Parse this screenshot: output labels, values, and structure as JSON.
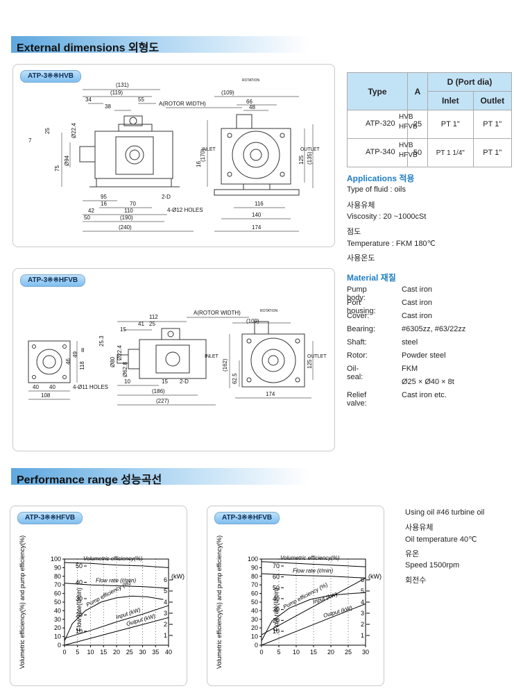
{
  "sections": {
    "external": "External dimensions 외형도",
    "performance": "Performance range 성능곡선"
  },
  "drawing1": {
    "label": "ATP-3※※HVB",
    "dims": [
      "(131)",
      "(119)",
      "34",
      "38",
      "55",
      "A(ROTOR WIDTH)",
      "(109)",
      "ROTATION",
      "66",
      "48",
      "7",
      "25",
      "Ø22.4",
      "Ø94",
      "75",
      "(170)",
      "16",
      "INLET",
      "OUTLET",
      "125",
      "(135)",
      "95",
      "16",
      "70",
      "2-D",
      "42",
      "110",
      "50",
      "(190)",
      "(240)",
      "4-Ø12 HOLES",
      "116",
      "140",
      "174"
    ]
  },
  "drawing2": {
    "label": "ATP-3※※HFVB",
    "dims": [
      "112",
      "41",
      "25",
      "15",
      "A(ROTOR WIDTH)",
      "(109)",
      "ROTATION",
      "8",
      "25.3",
      "Ø80",
      "Ø22.4",
      "Ø62.8",
      "49",
      "46",
      "118",
      "40",
      "40",
      "108",
      "4-Ø11 HOLES",
      "INLET",
      "OUTLET",
      "(162)",
      "62.5",
      "125",
      "10",
      "15",
      "2-D",
      "(186)",
      "(227)",
      "174"
    ]
  },
  "table": {
    "headers": {
      "type": "Type",
      "a": "A",
      "d": "D (Port dia)",
      "inlet": "Inlet",
      "outlet": "Outlet"
    },
    "rows": [
      {
        "model": "ATP-320",
        "v1": "HVB",
        "v2": "HFVB",
        "a": "25",
        "inlet": "PT 1\"",
        "outlet": "PT 1\""
      },
      {
        "model": "ATP-340",
        "v1": "HVB",
        "v2": "HFVB",
        "a": "50",
        "inlet": "PT 1 1/4\"",
        "outlet": "PT 1\""
      }
    ]
  },
  "applications": {
    "title": "Applications 적용",
    "lines": [
      "Type of fluid : oils",
      "사용유체",
      "Viscosity : 20 ~1000cSt",
      "점도",
      "Temperature : FKM 180℃",
      "사용온도"
    ]
  },
  "material": {
    "title": "Material 재질",
    "rows": [
      {
        "k": "Pump body:",
        "v": "Cast iron"
      },
      {
        "k": "Port housing:",
        "v": "Cast iron"
      },
      {
        "k": "Cover:",
        "v": "Cast iron"
      },
      {
        "k": "Bearing:",
        "v": "#6305zz, #63/22zz"
      },
      {
        "k": "Shaft:",
        "v": "steel"
      },
      {
        "k": "Rotor:",
        "v": "Powder steel"
      },
      {
        "k": "Oil-seal:",
        "v": "FKM"
      },
      {
        "k": "",
        "v": "Ø25 × Ø40 × 8t"
      },
      {
        "k": "Relief valve:",
        "v": "Cast iron etc."
      }
    ]
  },
  "performance_notes": [
    "Using oil #46 turbine oil",
    "사용유체",
    "Oil temperature 40℃",
    "유온",
    "Speed 1500rpm",
    "회전수"
  ],
  "chart_data": [
    {
      "type": "line",
      "title": "ATP-3※※HFVB",
      "xlabel": "",
      "ylabel": "Volumetric efficiency(%) and pump efficiency(%)",
      "ylabel2": "Flow rate(ℓ/min)",
      "ylabel3": "(kW)",
      "xlim": [
        0,
        40
      ],
      "xticks": [
        0,
        5,
        10,
        15,
        20,
        25,
        30,
        35,
        40
      ],
      "ylim": [
        0,
        100
      ],
      "yticks": [
        0,
        10,
        20,
        30,
        40,
        50,
        60,
        70,
        80,
        90,
        100
      ],
      "flow_ticks": [
        10,
        20,
        30,
        40,
        50
      ],
      "kw_ticks": [
        1,
        2,
        3,
        4,
        5,
        6
      ],
      "series": [
        {
          "name": "Volumetric efficiency(%)",
          "x": [
            0,
            10,
            20,
            30,
            40
          ],
          "y": [
            96,
            95,
            93,
            92,
            90
          ]
        },
        {
          "name": "Flow rate (ℓ/min)",
          "x": [
            0,
            10,
            20,
            30,
            40
          ],
          "y": [
            72,
            70,
            69,
            68,
            66
          ]
        },
        {
          "name": "Pump efficiency (%)",
          "x": [
            0,
            3,
            8,
            14,
            20,
            26,
            32,
            38
          ],
          "y": [
            5,
            25,
            40,
            50,
            55,
            57,
            56,
            53
          ]
        },
        {
          "name": "Input (kW)",
          "x": [
            0,
            10,
            20,
            30,
            40
          ],
          "y": [
            8,
            17,
            27,
            36,
            46
          ]
        },
        {
          "name": "Output (kW)",
          "x": [
            0,
            10,
            20,
            30,
            40
          ],
          "y": [
            0,
            8,
            16,
            24,
            32
          ]
        }
      ]
    },
    {
      "type": "line",
      "title": "ATP-3※※HFVB",
      "xlabel": "",
      "ylabel": "Volumetric efficiency(%) and pump efficiency(%)",
      "ylabel2": "Flow rate(ℓ/min)",
      "ylabel3": "(kW)",
      "xlim": [
        0,
        30
      ],
      "xticks": [
        0,
        5,
        10,
        15,
        20,
        25,
        30
      ],
      "ylim": [
        0,
        100
      ],
      "yticks": [
        0,
        10,
        20,
        30,
        40,
        50,
        60,
        70,
        80,
        90,
        100
      ],
      "flow_ticks": [
        10,
        20,
        30,
        40,
        50,
        60,
        70
      ],
      "kw_ticks": [
        1,
        2,
        3,
        4,
        5,
        6
      ],
      "series": [
        {
          "name": "Volumetric efficiency(%)",
          "x": [
            0,
            10,
            20,
            30
          ],
          "y": [
            97,
            95,
            93,
            91
          ]
        },
        {
          "name": "Flow rate (ℓ/min)",
          "x": [
            0,
            10,
            20,
            30
          ],
          "y": [
            83,
            81,
            80,
            78
          ]
        },
        {
          "name": "Pump efficiency (%)",
          "x": [
            0,
            3,
            8,
            14,
            20,
            26,
            30
          ],
          "y": [
            5,
            28,
            43,
            53,
            58,
            60,
            61
          ]
        },
        {
          "name": "Input (kW)",
          "x": [
            0,
            10,
            20,
            30
          ],
          "y": [
            12,
            34,
            56,
            78
          ]
        },
        {
          "name": "Output (kW)",
          "x": [
            0,
            10,
            20,
            30
          ],
          "y": [
            0,
            16,
            32,
            48
          ]
        }
      ]
    }
  ]
}
